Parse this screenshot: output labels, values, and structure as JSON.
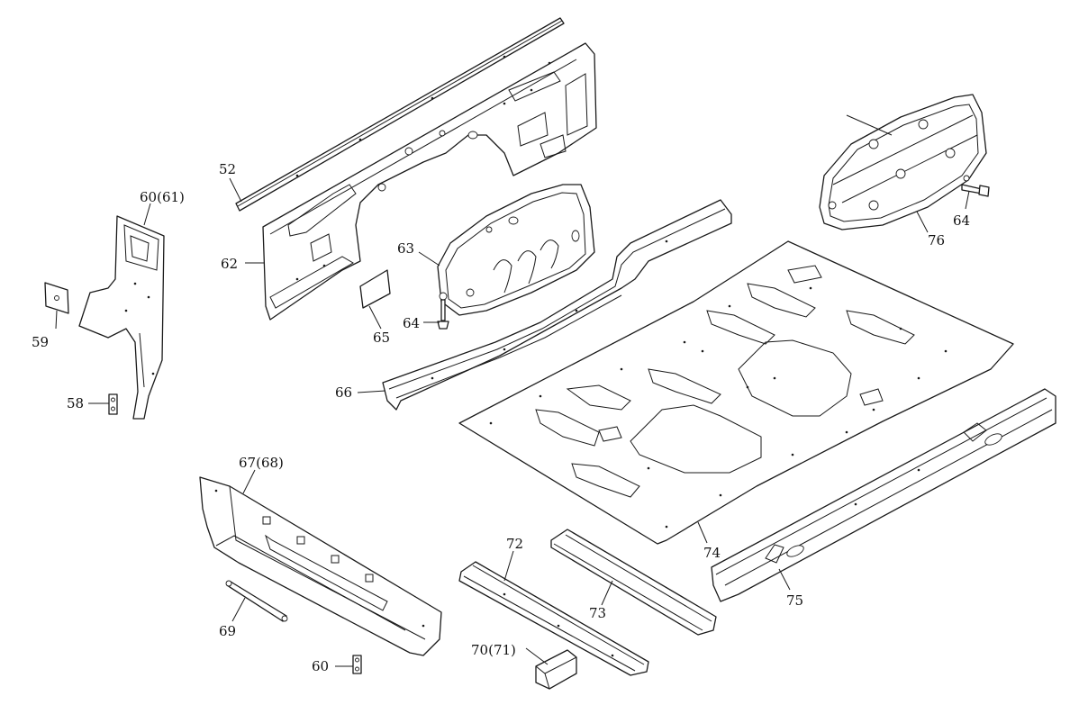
{
  "callouts": {
    "c52": "52",
    "c60_61": "60(61)",
    "c59": "59",
    "c58": "58",
    "c62": "62",
    "c63": "63",
    "c64a": "64",
    "c65": "65",
    "c66": "66",
    "c64b": "64",
    "c76": "76",
    "c67_68": "67(68)",
    "c69": "69",
    "c60": "60",
    "c72": "72",
    "c73": "73",
    "c70_71": "70(71)",
    "c74": "74",
    "c75": "75"
  }
}
